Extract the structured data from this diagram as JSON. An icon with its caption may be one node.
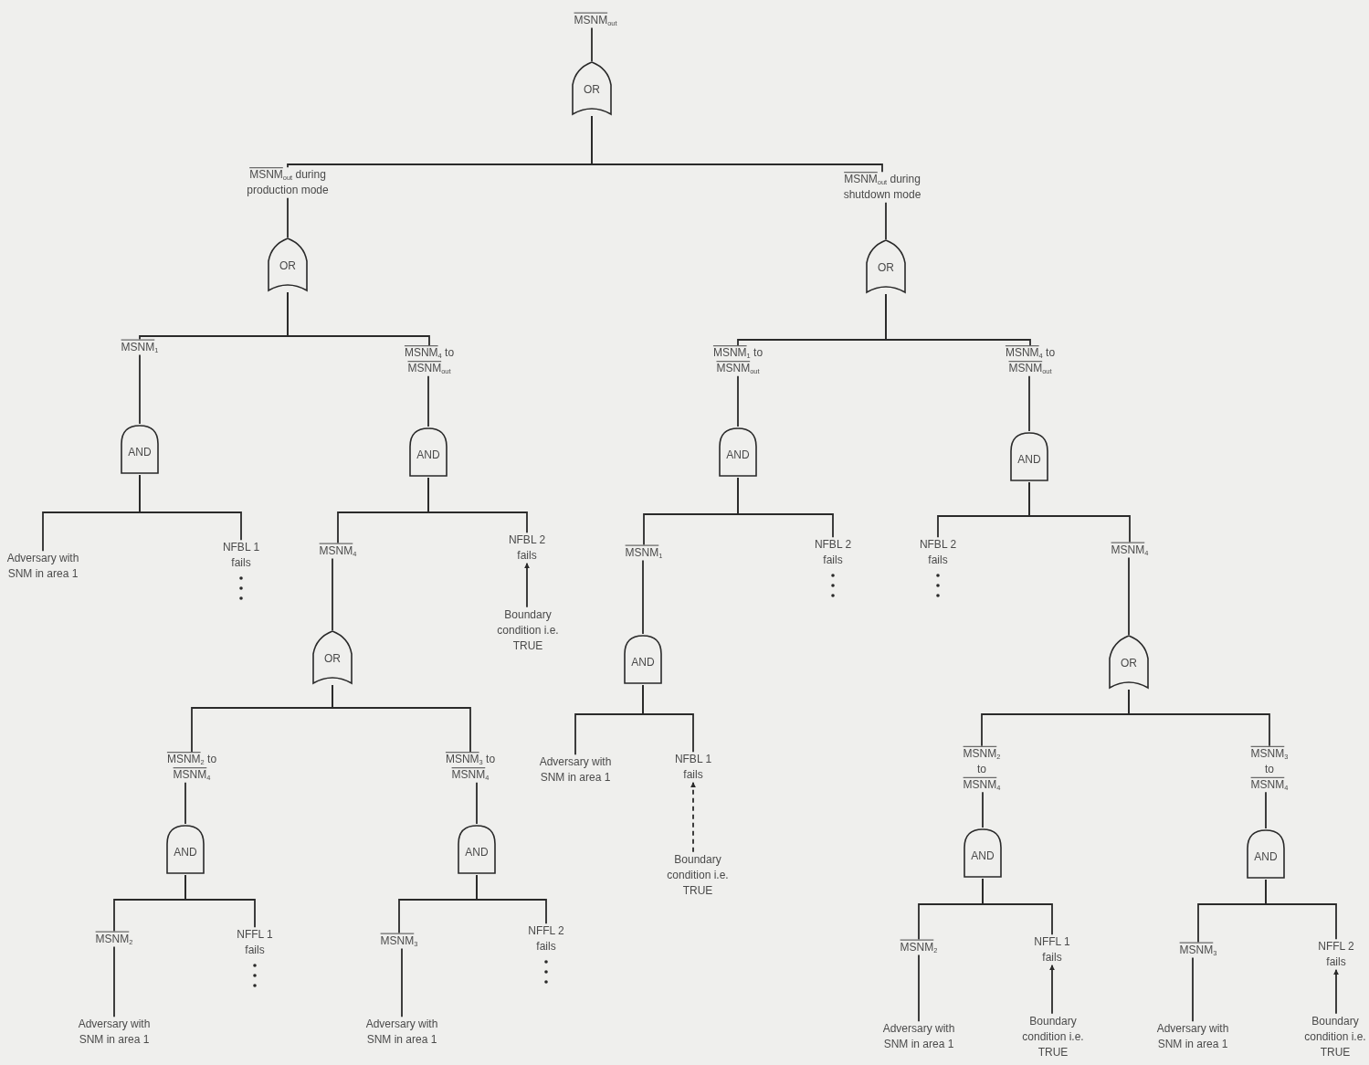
{
  "diagram": {
    "nodes": [
      {
        "text": [
          "MSNM$_{out}$"
        ]
      },
      {
        "text": [
          "OR"
        ]
      },
      {
        "text": [
          "MSNM$_{out}$ during production mode"
        ]
      },
      {
        "text": [
          "MSNM$_{out}$ during shutdown mode"
        ]
      },
      {
        "text": [
          "OR"
        ]
      },
      {
        "text": [
          "OR"
        ]
      },
      {
        "text": [
          "MSNM$_{1}$"
        ]
      },
      {
        "text": [
          "MSNM$_{4}$ to MSNM$_{out}$"
        ]
      },
      {
        "text": [
          "MSNM$_{1}$ to MSNM$_{out}$"
        ]
      },
      {
        "text": [
          "MSNM$_{4}$ to MSNM$_{out}$"
        ]
      },
      {
        "text": [
          "AND"
        ]
      },
      {
        "text": [
          "AND"
        ]
      },
      {
        "text": [
          "AND"
        ]
      },
      {
        "text": [
          "AND"
        ]
      },
      {
        "text": [
          "Adversary with SNM in area 1"
        ]
      },
      {
        "text": [
          "NFBL 1 fails"
        ]
      },
      {
        "text": [
          "MSNM$_{4}$"
        ]
      },
      {
        "text": [
          "NFBL 2 fails"
        ]
      },
      {
        "text": [
          "MSNM$_{1}$"
        ]
      },
      {
        "text": [
          "NFBL 2 fails"
        ]
      },
      {
        "text": [
          "NFBL 2 fails"
        ]
      },
      {
        "text": [
          "MSNM$_{4}$"
        ]
      },
      {
        "text": [
          "Boundary condition i.e. TRUE"
        ]
      },
      {
        "text": [
          "OR"
        ]
      },
      {
        "text": [
          "AND"
        ]
      },
      {
        "text": [
          "OR"
        ]
      },
      {
        "text": [
          "MSNM$_{2}$ to MSNM$_{4}$"
        ]
      },
      {
        "text": [
          "MSNM$_{3}$ to MSNM$_{4}$"
        ]
      },
      {
        "text": [
          "Adversary with SNM in area 1"
        ]
      },
      {
        "text": [
          "NFBL 1 fails"
        ]
      },
      {
        "text": [
          "MSNM$_{2}$ to MSNM$_{4}$"
        ]
      },
      {
        "text": [
          "MSNM$_{3}$ to MSNM$_{4}$"
        ]
      },
      {
        "text": [
          "Boundary condition i.e. TRUE"
        ]
      },
      {
        "text": [
          "AND"
        ]
      },
      {
        "text": [
          "AND"
        ]
      },
      {
        "text": [
          "AND"
        ]
      },
      {
        "text": [
          "AND"
        ]
      },
      {
        "text": [
          "MSNM$_{2}$"
        ]
      },
      {
        "text": [
          "NFFL 1 fails"
        ]
      },
      {
        "text": [
          "MSNM$_{3}$"
        ]
      },
      {
        "text": [
          "NFFL 2 fails"
        ]
      },
      {
        "text": [
          "MSNM$_{2}$"
        ]
      },
      {
        "text": [
          "NFFL 1 fails"
        ]
      },
      {
        "text": [
          "MSNM$_{3}$"
        ]
      },
      {
        "text": [
          "NFFL 2 fails"
        ]
      },
      {
        "text": [
          "Adversary with SNM in area 1"
        ]
      },
      {
        "text": [
          "Adversary with SNM in area 1"
        ]
      },
      {
        "text": [
          "Adversary with SNM in area 1"
        ]
      },
      {
        "text": [
          "Boundary condition i.e. TRUE"
        ]
      },
      {
        "text": [
          "Adversary with SNM in area 1"
        ]
      },
      {
        "text": [
          "Boundary condition i.e. TRUE"
        ]
      }
    ],
    "edges": [
      {
        "from": 0,
        "to": 1,
        "arrow": "none"
      },
      {
        "from": 1,
        "to": 2,
        "arrow": "none"
      },
      {
        "from": 1,
        "to": 3,
        "arrow": "none"
      },
      {
        "from": 2,
        "to": 4,
        "arrow": "none"
      },
      {
        "from": 3,
        "to": 5,
        "arrow": "none"
      },
      {
        "from": 4,
        "to": 6,
        "arrow": "none"
      },
      {
        "from": 4,
        "to": 7,
        "arrow": "none"
      },
      {
        "from": 5,
        "to": 8,
        "arrow": "none"
      },
      {
        "from": 5,
        "to": 9,
        "arrow": "none"
      },
      {
        "from": 6,
        "to": 10,
        "arrow": "none"
      },
      {
        "from": 7,
        "to": 11,
        "arrow": "none"
      },
      {
        "from": 8,
        "to": 12,
        "arrow": "none"
      },
      {
        "from": 9,
        "to": 13,
        "arrow": "none"
      },
      {
        "from": 10,
        "to": 14,
        "arrow": "none"
      },
      {
        "from": 10,
        "to": 15,
        "arrow": "none"
      },
      {
        "from": 11,
        "to": 16,
        "arrow": "none"
      },
      {
        "from": 11,
        "to": 17,
        "arrow": "none"
      },
      {
        "from": 12,
        "to": 18,
        "arrow": "none"
      },
      {
        "from": 12,
        "to": 19,
        "arrow": "none"
      },
      {
        "from": 13,
        "to": 20,
        "arrow": "none"
      },
      {
        "from": 13,
        "to": 21,
        "arrow": "none"
      },
      {
        "from": 22,
        "to": 17,
        "arrow": "to"
      },
      {
        "from": 16,
        "to": 23,
        "arrow": "none"
      },
      {
        "from": 18,
        "to": 24,
        "arrow": "none"
      },
      {
        "from": 21,
        "to": 25,
        "arrow": "none"
      },
      {
        "from": 23,
        "to": 26,
        "arrow": "none"
      },
      {
        "from": 23,
        "to": 27,
        "arrow": "none"
      },
      {
        "from": 24,
        "to": 28,
        "arrow": "none"
      },
      {
        "from": 24,
        "to": 29,
        "arrow": "none"
      },
      {
        "from": 32,
        "to": 29,
        "arrow": "to",
        "style": "dashed"
      },
      {
        "from": 25,
        "to": 30,
        "arrow": "none"
      },
      {
        "from": 25,
        "to": 31,
        "arrow": "none"
      },
      {
        "from": 26,
        "to": 33,
        "arrow": "none"
      },
      {
        "from": 27,
        "to": 34,
        "arrow": "none"
      },
      {
        "from": 30,
        "to": 35,
        "arrow": "none"
      },
      {
        "from": 31,
        "to": 36,
        "arrow": "none"
      },
      {
        "from": 33,
        "to": 37,
        "arrow": "none"
      },
      {
        "from": 33,
        "to": 38,
        "arrow": "none"
      },
      {
        "from": 34,
        "to": 39,
        "arrow": "none"
      },
      {
        "from": 34,
        "to": 40,
        "arrow": "none"
      },
      {
        "from": 35,
        "to": 41,
        "arrow": "none"
      },
      {
        "from": 35,
        "to": 42,
        "arrow": "none"
      },
      {
        "from": 36,
        "to": 43,
        "arrow": "none"
      },
      {
        "from": 36,
        "to": 44,
        "arrow": "none"
      },
      {
        "from": 37,
        "to": 45,
        "arrow": "none"
      },
      {
        "from": 39,
        "to": 46,
        "arrow": "none"
      },
      {
        "from": 41,
        "to": 47,
        "arrow": "none"
      },
      {
        "from": 48,
        "to": 42,
        "arrow": "to"
      },
      {
        "from": 43,
        "to": 49,
        "arrow": "none"
      },
      {
        "from": 50,
        "to": 44,
        "arrow": "to"
      }
    ]
  }
}
